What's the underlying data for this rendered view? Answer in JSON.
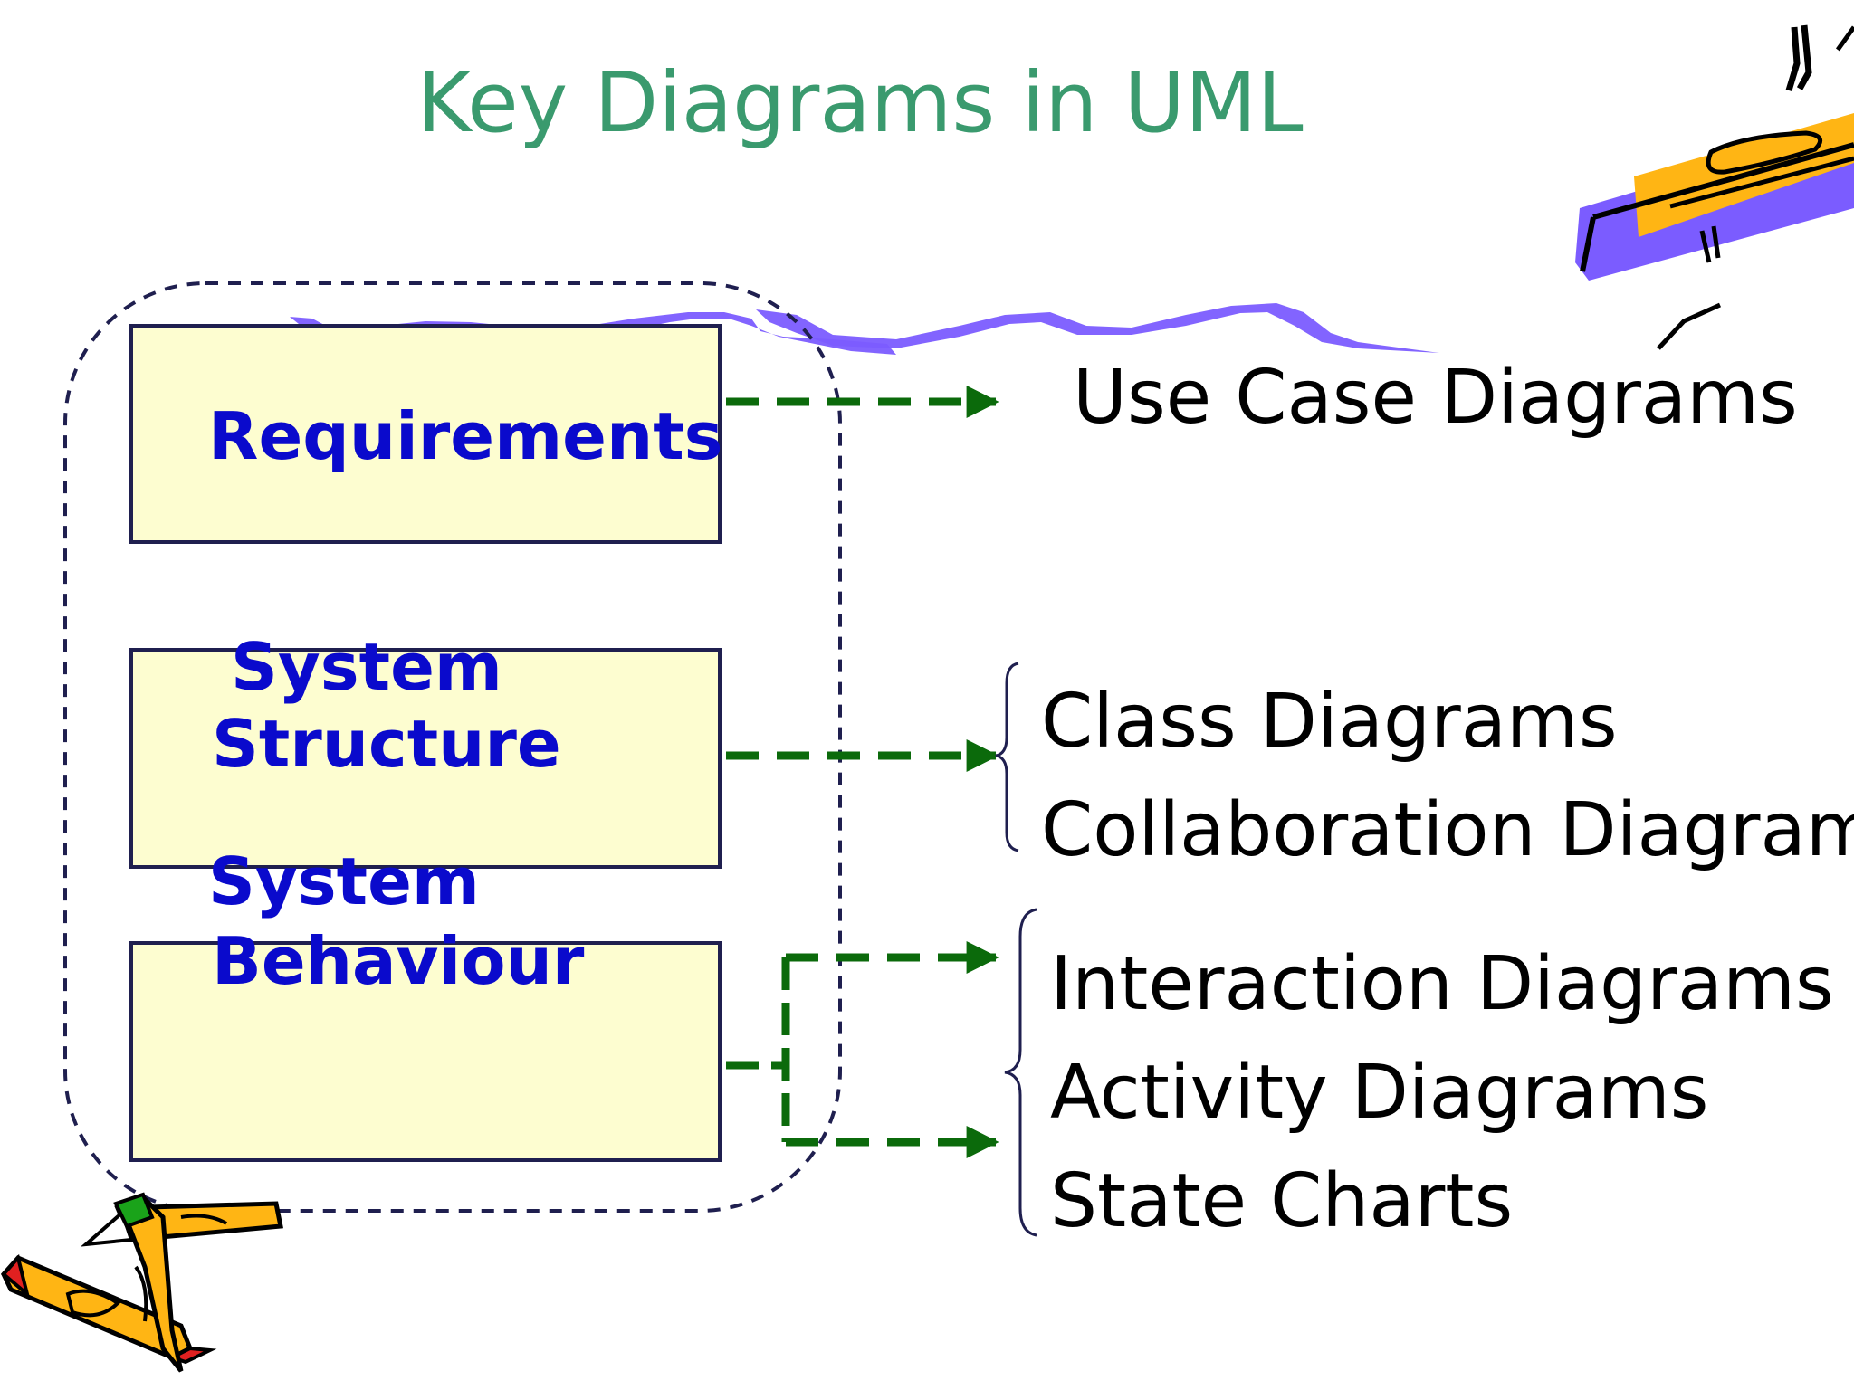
{
  "title": "Key Diagrams in UML",
  "categories": {
    "requirements": "Requirements",
    "structure_line1": "System",
    "structure_line2": "Structure",
    "behaviour_line1": "System",
    "behaviour_line2": "Behaviour"
  },
  "diagrams": {
    "use_case": "Use Case Diagrams",
    "class": "Class Diagrams",
    "collaboration": "Collaboration Diagram",
    "interaction": "Interaction Diagrams",
    "activity": "Activity Diagrams",
    "state": "State Charts"
  },
  "colors": {
    "title": "#3a9a6e",
    "box_fill": "#fdfdd0",
    "box_border": "#1f1f4f",
    "box_text": "#0a0acc",
    "arrow": "#0b6a0b",
    "dashed_outline": "#1f1f4f",
    "swoosh": "#7b5cff"
  },
  "icons": [
    "pencil-clipart-icon",
    "pen-clipart-icon"
  ]
}
